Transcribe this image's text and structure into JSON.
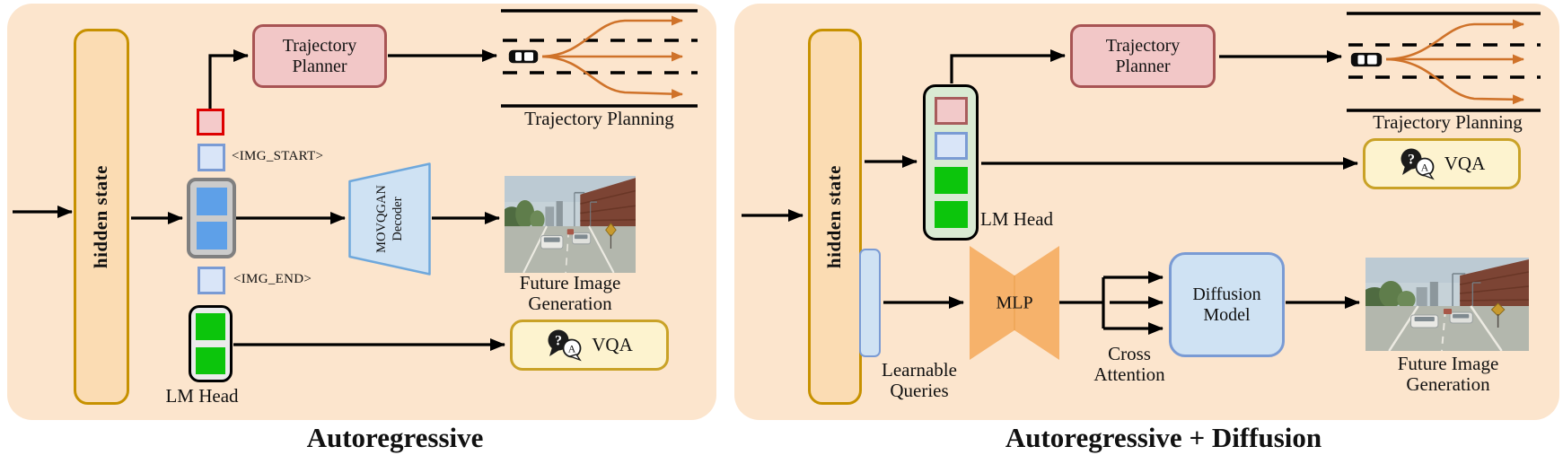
{
  "left_panel": {
    "caption": "Autoregressive",
    "hidden_state_label": "hidden state",
    "trajectory_planner_label": "Trajectory\nPlanner",
    "trajectory_planning_label": "Trajectory Planning",
    "img_start_label": "<IMG_START>",
    "img_end_label": "<IMG_END>",
    "movqgan_label": "MOVQGAN\nDecoder",
    "lm_head_label": "LM Head",
    "vqa_label": "VQA",
    "future_image_label": "Future Image\nGeneration"
  },
  "right_panel": {
    "caption": "Autoregressive + Diffusion",
    "hidden_state_label": "hidden state",
    "trajectory_planner_label": "Trajectory\nPlanner",
    "trajectory_planning_label": "Trajectory Planning",
    "lm_head_label": "LM Head",
    "learnable_queries_label": "Learnable\nQueries",
    "mlp_label": "MLP",
    "cross_attention_label": "Cross\nAttention",
    "diffusion_model_label": "Diffusion\nModel",
    "vqa_label": "VQA",
    "future_image_label": "Future Image\nGeneration"
  },
  "vqa_icon": {
    "question_mark": "?",
    "answer_letter": "A"
  },
  "icons": {
    "vqa": "question-answer-bubbles-icon",
    "vehicle": "car-top-view-icon",
    "decoder_shape": "trapezoid-decoder-icon",
    "mlp_shape": "bowtie-mlp-icon"
  },
  "colors": {
    "panel_bg": "#fce5cd",
    "hidden_state_fill": "#fbdcb3",
    "gold_border": "#c79100",
    "planner_fill": "#f2c7c7",
    "planner_border": "#a85454",
    "token_red_border": "#dd0000",
    "token_blue_fill": "#d9e5f8",
    "token_blue_border": "#7a9bd4",
    "image_token_blue": "#5ea0e8",
    "text_token_green": "#0cc50c",
    "lm_head_left_fill": "#ebebeb",
    "lm_head_right_fill": "#d9ead3",
    "decoder_fill": "#cfe2f3",
    "mlp_orange": "#f6b26b",
    "vqa_fill": "#fdf3cf",
    "vqa_border": "#c9a227",
    "trajectory_arrow_orange": "#cf7229",
    "arrow_black": "#000000"
  }
}
